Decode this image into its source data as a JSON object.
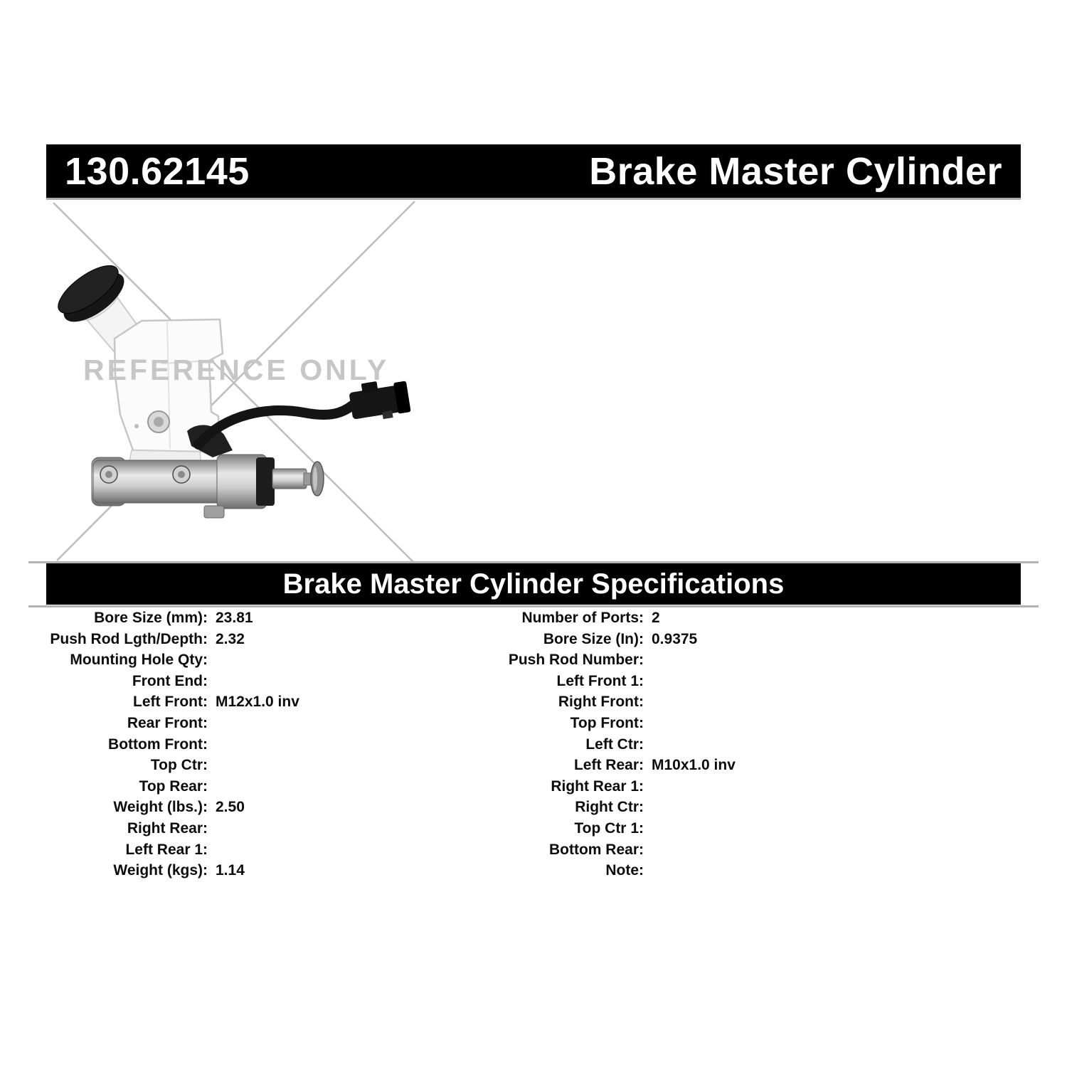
{
  "header": {
    "part_number": "130.62145",
    "title": "Brake Master Cylinder"
  },
  "image": {
    "watermark": "REFERENCE ONLY"
  },
  "specs_header": {
    "title": "Brake Master Cylinder Specifications"
  },
  "specs": {
    "left": [
      {
        "label": "Bore Size (mm):",
        "value": "23.81"
      },
      {
        "label": "Push Rod Lgth/Depth:",
        "value": "2.32"
      },
      {
        "label": "Mounting Hole Qty:",
        "value": ""
      },
      {
        "label": "Front End:",
        "value": ""
      },
      {
        "label": "Left Front:",
        "value": "M12x1.0 inv"
      },
      {
        "label": "Rear Front:",
        "value": ""
      },
      {
        "label": "Bottom Front:",
        "value": ""
      },
      {
        "label": "Top Ctr:",
        "value": ""
      },
      {
        "label": "Top Rear:",
        "value": ""
      },
      {
        "label": "Weight (lbs.):",
        "value": "2.50"
      },
      {
        "label": "Right Rear:",
        "value": ""
      },
      {
        "label": "Left Rear 1:",
        "value": ""
      },
      {
        "label": "Weight (kgs):",
        "value": "1.14"
      }
    ],
    "right": [
      {
        "label": "Number of Ports:",
        "value": "2"
      },
      {
        "label": "Bore Size (In):",
        "value": "0.9375"
      },
      {
        "label": "Push Rod Number:",
        "value": ""
      },
      {
        "label": "Left Front 1:",
        "value": ""
      },
      {
        "label": "Right Front:",
        "value": ""
      },
      {
        "label": "Top Front:",
        "value": ""
      },
      {
        "label": "Left Ctr:",
        "value": ""
      },
      {
        "label": "Left Rear:",
        "value": "M10x1.0 inv"
      },
      {
        "label": "Right Rear 1:",
        "value": ""
      },
      {
        "label": "Right Ctr:",
        "value": ""
      },
      {
        "label": "Top Ctr 1:",
        "value": ""
      },
      {
        "label": "Bottom Rear:",
        "value": ""
      },
      {
        "label": "Note:",
        "value": ""
      }
    ]
  },
  "colors": {
    "bar_background": "#000000",
    "bar_text": "#ffffff",
    "watermark_gray": "#c6c6c6",
    "rule_gray": "#b3b3b3"
  }
}
